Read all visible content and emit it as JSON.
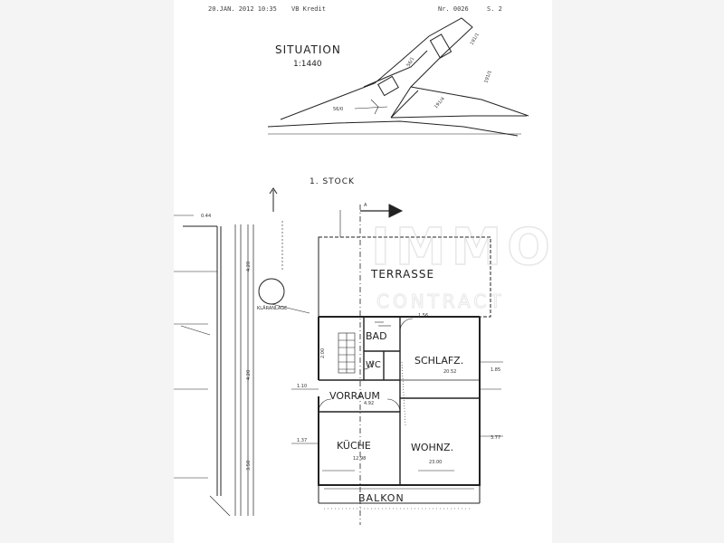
{
  "fax_header": {
    "date_time": "20.JAN. 2012 10:35",
    "sender": "VB Kredit",
    "number": "Nr. 0026",
    "page": "S. 2"
  },
  "situation": {
    "title": "SITUATION",
    "scale": "1:1440"
  },
  "floor_plan": {
    "title": "1. STOCK",
    "rooms": {
      "terrasse": "TERRASSE",
      "bad": "BAD",
      "wc": "WC",
      "schlafzimmer": "SCHLAFZ.",
      "vorraum": "VORRAUM",
      "kueche": "KÜCHE",
      "wohnzimmer": "WOHNZ.",
      "balkon": "BALKON"
    },
    "section_marker": "A",
    "site_label": "KLÄRANLAGE"
  },
  "watermark": {
    "line1": "IMMO",
    "line2": "CONTRACT",
    "color": "#cfcfcf"
  }
}
